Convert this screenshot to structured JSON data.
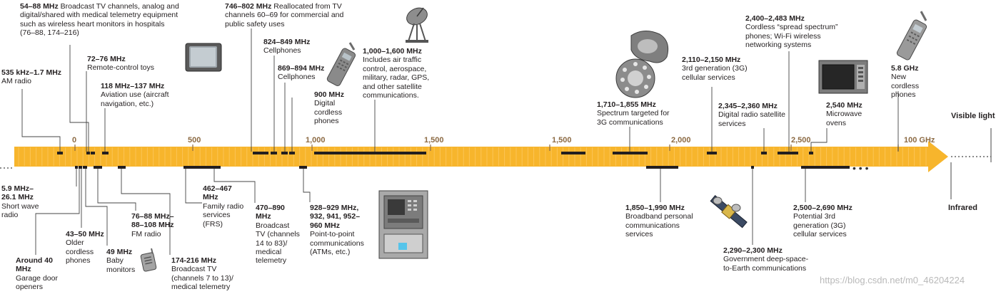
{
  "scale_numbers": [
    {
      "id": "n0",
      "text": "0"
    },
    {
      "id": "n500",
      "text": "500"
    },
    {
      "id": "n1000",
      "text": "1,000"
    },
    {
      "id": "n1500a",
      "text": "1,500"
    },
    {
      "id": "n1500b",
      "text": "1,500"
    },
    {
      "id": "n2000",
      "text": "2,000"
    },
    {
      "id": "n2500",
      "text": "2,500"
    },
    {
      "id": "n100g",
      "text": "100 GHz"
    }
  ],
  "spectrum_end_labels": {
    "visible_light": "Visible light",
    "infrared": "Infrared"
  },
  "labels_above": [
    {
      "id": "a1",
      "freq": "54–88 MHz",
      "desc": "Broadcast TV channels, analog and digital/shared with medical telemetry equipment such as wireless heart monitors in hospitals (76–88, 174–216)"
    },
    {
      "id": "a2",
      "freq": "535 kHz–1.7 MHz",
      "desc": "AM radio"
    },
    {
      "id": "a3",
      "freq": "72–76 MHz",
      "desc": "Remote-control toys"
    },
    {
      "id": "a4",
      "freq": "118 MHz–137 MHz",
      "desc": "Aviation use (aircraft navigation, etc.)"
    },
    {
      "id": "a5",
      "freq": "746–802 MHz",
      "desc": "Reallocated from TV channels 60–69 for commercial and public safety uses"
    },
    {
      "id": "a6",
      "freq": "824–849 MHz",
      "desc": "Cellphones"
    },
    {
      "id": "a7",
      "freq": "869–894 MHz",
      "desc": "Cellphones"
    },
    {
      "id": "a8",
      "freq": "900 MHz",
      "desc": "Digital cordless phones"
    },
    {
      "id": "a9",
      "freq": "1,000–1,600 MHz",
      "desc": "Includes air traffic control, aerospace, military, radar, GPS, and other satellite communications."
    },
    {
      "id": "a10",
      "freq": "1,710–1,855 MHz",
      "desc": "Spectrum targeted for 3G communications"
    },
    {
      "id": "a11",
      "freq": "2,110–2,150 MHz",
      "desc": "3rd generation (3G) cellular services"
    },
    {
      "id": "a12",
      "freq": "2,345–2,360 MHz",
      "desc": "Digital radio satellite services"
    },
    {
      "id": "a13",
      "freq": "2,400–2,483 MHz",
      "desc": "Cordless “spread spectrum” phones; Wi-Fi wireless networking systems"
    },
    {
      "id": "a14",
      "freq": "2,540 MHz",
      "desc": "Microwave ovens"
    },
    {
      "id": "a15",
      "freq": "5.8 GHz",
      "desc": "New cordless phones"
    }
  ],
  "labels_below": [
    {
      "id": "b1",
      "freq": "5.9 MHz– 26.1 MHz",
      "desc": "Short wave radio"
    },
    {
      "id": "b2",
      "freq": "Around 40 MHz",
      "desc": "Garage door openers"
    },
    {
      "id": "b3",
      "freq": "43–50 MHz",
      "desc": "Older cordless phones"
    },
    {
      "id": "b4",
      "freq": "49 MHz",
      "desc": "Baby monitors"
    },
    {
      "id": "b5",
      "freq": "76–88 MHz– 88–108 MHz",
      "desc": "FM radio"
    },
    {
      "id": "b6",
      "freq": "174-216 MHz",
      "desc": "Broadcast TV (channels 7 to 13)/ medical telemetry"
    },
    {
      "id": "b7",
      "freq": "462–467 MHz",
      "desc": "Family radio services (FRS)"
    },
    {
      "id": "b8",
      "freq": "470–890 MHz",
      "desc": "Broadcast TV (channels 14 to 83)/ medical telemetry"
    },
    {
      "id": "b9",
      "freq": "928–929 MHz, 932, 941, 952–960 MHz",
      "desc": "Point-to-point communications (ATMs, etc.)"
    },
    {
      "id": "b10",
      "freq": "1,850–1,990 MHz",
      "desc": "Broadband personal communications services"
    },
    {
      "id": "b11",
      "freq": "2,290–2,300 MHz",
      "desc": "Government deep-space- to-Earth communications"
    },
    {
      "id": "b12",
      "freq": "2,500–2,690 MHz",
      "desc": "Potential 3rd generation (3G) cellular services"
    }
  ],
  "watermark": "https://blog.csdn.net/m0_46204224",
  "colors": {
    "band": "#f7b52c",
    "band_light": "#ffd27a",
    "marker": "#231f20",
    "scale": "#8c6a43"
  },
  "icons": [
    "tv-icon",
    "cellphone-icon",
    "satellite-dish-icon",
    "rotary-phone-icon",
    "microwave-icon",
    "cordless-phone-icon",
    "baby-monitor-icon",
    "atm-icon",
    "satellite-icon"
  ]
}
